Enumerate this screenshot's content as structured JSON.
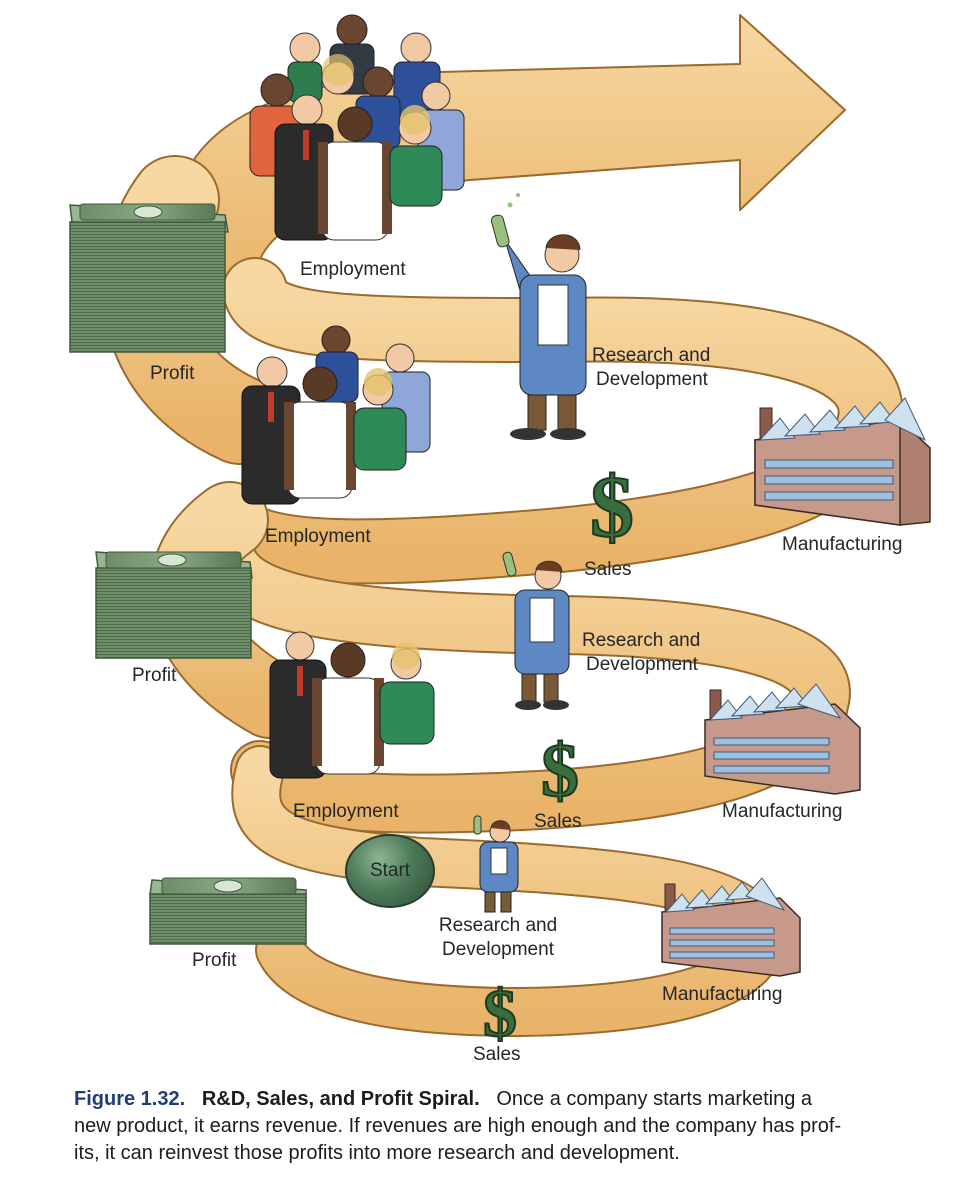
{
  "labels": {
    "employment_top": "Employment",
    "employment_mid": "Employment",
    "employment_low": "Employment",
    "profit_top": "Profit",
    "profit_mid": "Profit",
    "profit_low": "Profit",
    "rd_top_1": "Research and",
    "rd_top_2": "Development",
    "rd_mid_1": "Research and",
    "rd_mid_2": "Development",
    "rd_low_1": "Research and",
    "rd_low_2": "Development",
    "sales_top": "Sales",
    "sales_mid": "Sales",
    "sales_low": "Sales",
    "manufacturing_top": "Manufacturing",
    "manufacturing_mid": "Manufacturing",
    "manufacturing_low": "Manufacturing",
    "start": "Start",
    "dollar_sign": "$"
  },
  "caption": {
    "figure_number": "Figure 1.32.",
    "title": "R&D, Sales, and Profit Spiral.",
    "line1": "Once a company starts marketing a",
    "line2": "new product, it earns revenue. If revenues are high enough and the company has prof-",
    "line3": "its, it can reinvest those profits into more research and development."
  },
  "colors": {
    "spiral_fill": "#f3c98a",
    "spiral_stroke": "#9a6a2e",
    "money_green": "#5f7d5a",
    "dollar_green": "#3a6d3c",
    "caption_blue": "#1f3d7a"
  }
}
